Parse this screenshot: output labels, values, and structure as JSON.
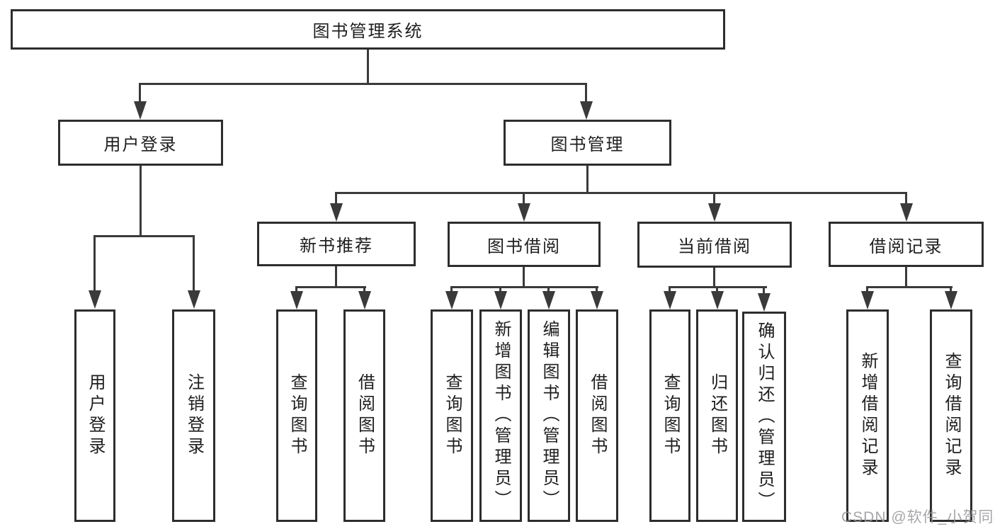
{
  "diagram": {
    "root": {
      "label": "图书管理系统"
    },
    "branches": [
      {
        "label": "用户登录",
        "children": [
          {
            "label": "用户登录"
          },
          {
            "label": "注销登录"
          }
        ]
      },
      {
        "label": "图书管理",
        "children": [
          {
            "label": "新书推荐",
            "children": [
              {
                "label": "查询图书"
              },
              {
                "label": "借阅图书"
              }
            ]
          },
          {
            "label": "图书借阅",
            "children": [
              {
                "label": "查询图书"
              },
              {
                "label": "新增图书（管理员）"
              },
              {
                "label": "编辑图书（管理员）"
              },
              {
                "label": "借阅图书"
              }
            ]
          },
          {
            "label": "当前借阅",
            "children": [
              {
                "label": "查询图书"
              },
              {
                "label": "归还图书"
              },
              {
                "label": "确认归还（管理员）"
              }
            ]
          },
          {
            "label": "借阅记录",
            "children": [
              {
                "label": "新增借阅记录"
              },
              {
                "label": "查询借阅记录"
              }
            ]
          }
        ]
      }
    ]
  },
  "watermark": {
    "text": "CSDN @软件_小贺同学",
    "color": "#97979c"
  },
  "colors": {
    "line": "#3a3a3a",
    "border": "#2d2d2d",
    "text": "#1e1e1e",
    "background": "#ffffff"
  }
}
